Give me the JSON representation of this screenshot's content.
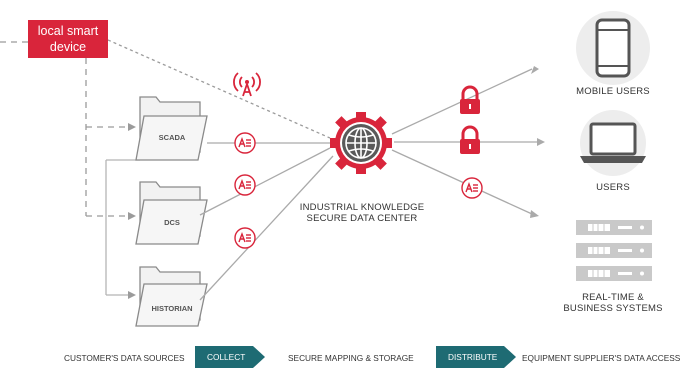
{
  "local_device": {
    "label": "local smart device"
  },
  "data_center": {
    "line1": "INDUSTRIAL KNOWLEDGE",
    "line2": "SECURE DATA CENTER"
  },
  "sources": [
    {
      "label": "SCADA"
    },
    {
      "label": "DCS"
    },
    {
      "label": "HISTORIAN"
    }
  ],
  "targets": {
    "mobile": "MOBILE USERS",
    "users": "USERS",
    "systems_line1": "REAL-TIME &",
    "systems_line2": "BUSINESS SYSTEMS"
  },
  "footer": {
    "sources": "CUSTOMER'S DATA SOURCES",
    "collect": "COLLECT",
    "mapping": "SECURE MAPPING & STORAGE",
    "distribute": "DISTRIBUTE",
    "access": "EQUIPMENT SUPPLIER'S DATA ACCESS"
  },
  "colors": {
    "accent_red": "#d9253b",
    "teal": "#1e6b73",
    "gray": "#9b9b9b",
    "light_gray": "#c9c9c9"
  },
  "icons": [
    "wireless-antenna-icon",
    "globe-gear-icon",
    "lock-icon",
    "data-badge-icon",
    "smartphone-icon",
    "laptop-icon",
    "server-rack-icon",
    "folder-icon"
  ]
}
